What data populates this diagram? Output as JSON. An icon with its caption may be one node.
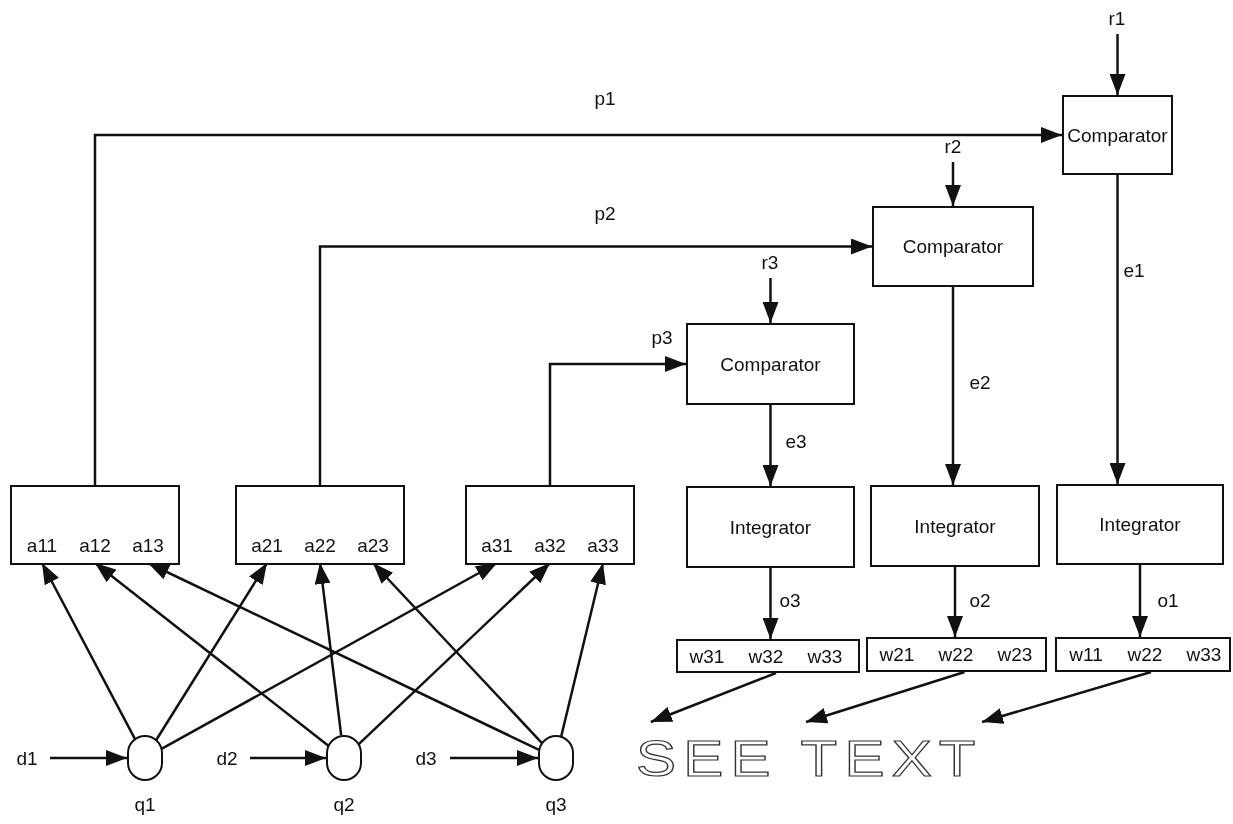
{
  "diagram": {
    "nodes": [
      {
        "text": [
          "r1"
        ]
      },
      {
        "text": [
          "Comparator"
        ]
      },
      {
        "text": [
          "r2"
        ]
      },
      {
        "text": [
          "Comparator"
        ]
      },
      {
        "text": [
          "r3"
        ]
      },
      {
        "text": [
          "Comparator"
        ]
      },
      {
        "text": [],
        "shape": "box"
      },
      {
        "text": [
          "a11"
        ],
        "in": 6
      },
      {
        "text": [
          "a12"
        ],
        "in": 6
      },
      {
        "text": [
          "a13"
        ],
        "in": 6
      },
      {
        "text": [],
        "shape": "box"
      },
      {
        "text": [
          "a21"
        ],
        "in": 10
      },
      {
        "text": [
          "a22"
        ],
        "in": 10
      },
      {
        "text": [
          "a23"
        ],
        "in": 10
      },
      {
        "text": [],
        "shape": "box"
      },
      {
        "text": [
          "a31"
        ],
        "in": 14
      },
      {
        "text": [
          "a32"
        ],
        "in": 14
      },
      {
        "text": [
          "a33"
        ],
        "in": 14
      },
      {
        "text": [
          "Integrator"
        ]
      },
      {
        "text": [
          "Integrator"
        ]
      },
      {
        "text": [
          "Integrator"
        ]
      },
      {
        "text": [],
        "shape": "box"
      },
      {
        "text": [
          "w31"
        ],
        "in": 21
      },
      {
        "text": [
          "w32"
        ],
        "in": 21
      },
      {
        "text": [
          "w33"
        ],
        "in": 21
      },
      {
        "text": [],
        "shape": "box"
      },
      {
        "text": [
          "w21"
        ],
        "in": 25
      },
      {
        "text": [
          "w22"
        ],
        "in": 25
      },
      {
        "text": [
          "w23"
        ],
        "in": 25
      },
      {
        "text": [],
        "shape": "box"
      },
      {
        "text": [
          "w11"
        ],
        "in": 29
      },
      {
        "text": [
          "w22"
        ],
        "in": 29
      },
      {
        "text": [
          "w33"
        ],
        "in": 29
      },
      {
        "text": [
          "SEE TEXT"
        ]
      },
      {
        "text": [
          "d1"
        ]
      },
      {
        "text": [],
        "shape": "circle",
        "beside": [
          "q1"
        ]
      },
      {
        "text": [
          "d2"
        ]
      },
      {
        "text": [],
        "shape": "circle",
        "beside": [
          "q2"
        ]
      },
      {
        "text": [
          "d3"
        ]
      },
      {
        "text": [],
        "shape": "circle",
        "beside": [
          "q3"
        ]
      }
    ],
    "edges": [
      {
        "from": 0,
        "to": 1,
        "arrow": "to"
      },
      {
        "from": 6,
        "to": 1,
        "arrow": "to",
        "label": "p1"
      },
      {
        "from": 2,
        "to": 3,
        "arrow": "to"
      },
      {
        "from": 10,
        "to": 3,
        "arrow": "to",
        "label": "p2"
      },
      {
        "from": 4,
        "to": 5,
        "arrow": "to"
      },
      {
        "from": 14,
        "to": 5,
        "arrow": "to",
        "label": "p3"
      },
      {
        "from": 1,
        "to": 20,
        "arrow": "to",
        "label": "e1"
      },
      {
        "from": 3,
        "to": 19,
        "arrow": "to",
        "label": "e2"
      },
      {
        "from": 5,
        "to": 18,
        "arrow": "to",
        "label": "e3"
      },
      {
        "from": 18,
        "to": 21,
        "arrow": "to",
        "label": "o3"
      },
      {
        "from": 19,
        "to": 25,
        "arrow": "to",
        "label": "o2"
      },
      {
        "from": 20,
        "to": 29,
        "arrow": "to",
        "label": "o1"
      },
      {
        "from": 21,
        "to": 33,
        "arrow": "to"
      },
      {
        "from": 25,
        "to": 33,
        "arrow": "to"
      },
      {
        "from": 29,
        "to": 33,
        "arrow": "to"
      },
      {
        "from": 35,
        "to": 7,
        "arrow": "to"
      },
      {
        "from": 35,
        "to": 11,
        "arrow": "to"
      },
      {
        "from": 35,
        "to": 15,
        "arrow": "to"
      },
      {
        "from": 37,
        "to": 8,
        "arrow": "to"
      },
      {
        "from": 37,
        "to": 12,
        "arrow": "to"
      },
      {
        "from": 37,
        "to": 16,
        "arrow": "to"
      },
      {
        "from": 39,
        "to": 9,
        "arrow": "to"
      },
      {
        "from": 39,
        "to": 13,
        "arrow": "to"
      },
      {
        "from": 39,
        "to": 17,
        "arrow": "to"
      },
      {
        "from": 34,
        "to": 35,
        "arrow": "to"
      },
      {
        "from": 36,
        "to": 37,
        "arrow": "to"
      },
      {
        "from": 38,
        "to": 39,
        "arrow": "to"
      }
    ]
  }
}
